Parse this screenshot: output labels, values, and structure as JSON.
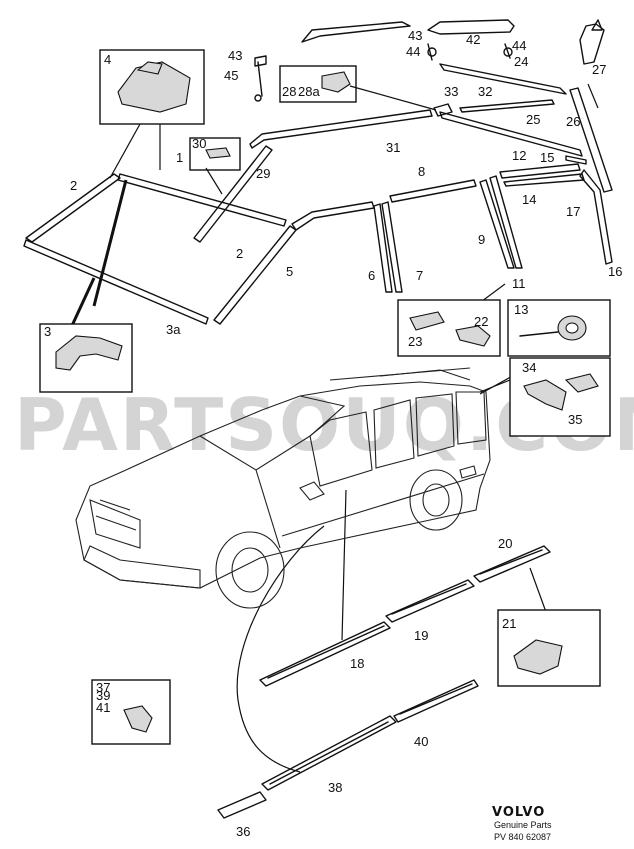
{
  "watermark": "PARTSOUQ.COM",
  "brand": {
    "name": "VOLVO",
    "subtitle": "Genuine Parts",
    "code": "PV 840 62087"
  },
  "callouts": {
    "c1": "1",
    "c2a": "2",
    "c2b": "2",
    "c3": "3",
    "c3a": "3a",
    "c4": "4",
    "c5": "5",
    "c6": "6",
    "c7": "7",
    "c8": "8",
    "c9": "9",
    "c11": "11",
    "c12": "12",
    "c13": "13",
    "c14": "14",
    "c15": "15",
    "c16": "16",
    "c17": "17",
    "c18": "18",
    "c19": "19",
    "c20": "20",
    "c21": "21",
    "c22": "22",
    "c23": "23",
    "c24": "24",
    "c25": "25",
    "c26": "26",
    "c27": "27",
    "c28": "28",
    "c28a": "28a",
    "c29": "29",
    "c30": "30",
    "c31": "31",
    "c32": "32",
    "c33": "33",
    "c34": "34",
    "c35": "35",
    "c36": "36",
    "c37": "37",
    "c39": "39",
    "c38": "38",
    "c40": "40",
    "c41": "41",
    "c42": "42",
    "c43a": "43",
    "c43b": "43",
    "c44a": "44",
    "c44b": "44",
    "c45": "45"
  }
}
